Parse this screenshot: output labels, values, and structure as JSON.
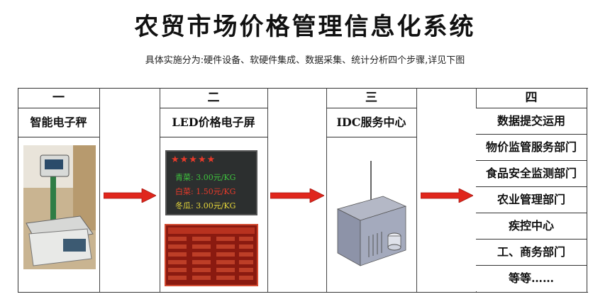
{
  "title": "农贸市场价格管理信息化系统",
  "subtitle": "具体实施分为:硬件设备、软硬件集成、数据采集、统计分析四个步骤,详见下图",
  "columns": [
    {
      "header": "一",
      "label": "智能电子秤"
    },
    {
      "header": "二",
      "label": "LED价格电子屏"
    },
    {
      "header": "三",
      "label": "IDC服务中心"
    },
    {
      "header": "四",
      "items": [
        "数据提交运用",
        "物价监管服务部门",
        "食品安全监测部门",
        "农业管理部门",
        "疾控中心",
        "工、商务部门",
        "等等……"
      ]
    }
  ],
  "led_screen": {
    "stars": "★★★★★",
    "lines": [
      {
        "name": "青菜:",
        "price": "3.00元/KG",
        "color": "#3ec43e"
      },
      {
        "name": "白菜:",
        "price": "1.50元/KG",
        "color": "#e83a2a"
      },
      {
        "name": "冬瓜:",
        "price": "3.00元/KG",
        "color": "#e8d93a"
      }
    ]
  },
  "colors": {
    "arrow": "#e0261c",
    "led_bg": "#2c2f2f",
    "led_red_bg": "#8a1a10"
  }
}
